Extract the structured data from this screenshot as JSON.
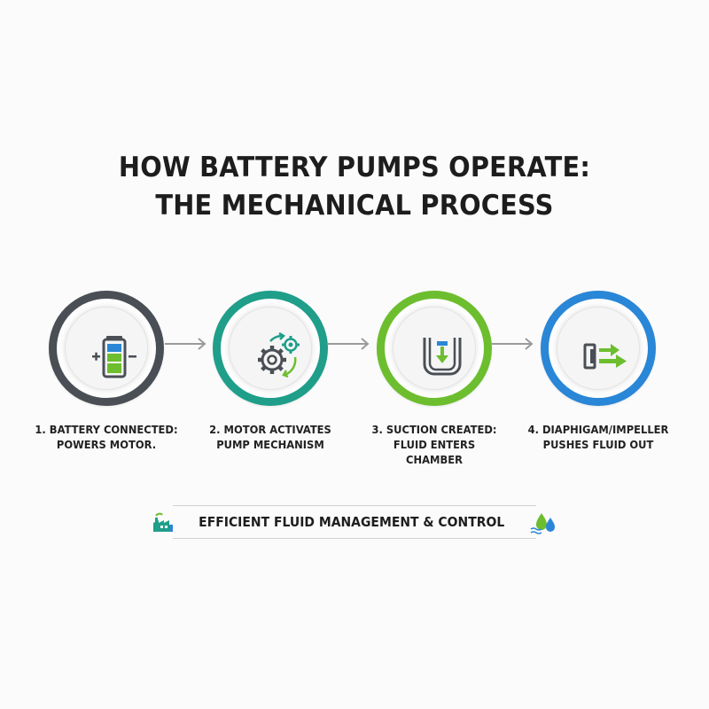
{
  "title": {
    "line1": "HOW BATTERY PUMPS OPERATE:",
    "line2": "THE MECHANICAL PROCESS"
  },
  "steps": [
    {
      "icon": "battery-icon",
      "color": "#4a4f56",
      "line1": "1. BATTERY CONNECTED:",
      "line2": "POWERS MOTOR.",
      "line3": ""
    },
    {
      "icon": "gears-icon",
      "color": "#1f9e8a",
      "line1": "2. MOTOR ACTIVATES",
      "line2": "PUMP MECHANISM",
      "line3": ""
    },
    {
      "icon": "suction-chamber-icon",
      "color": "#6cbe2e",
      "line1": "3. SUCTION CREATED:",
      "line2": "FLUID ENTERS",
      "line3": "CHAMBER"
    },
    {
      "icon": "push-out-icon",
      "color": "#2a86d6",
      "line1": "4. DIAPHIGAM/IMPELLER",
      "line2": "PUSHES FLUID OUT",
      "line3": ""
    }
  ],
  "banner": {
    "text": "EFFICIENT FLUID MANAGEMENT & CONTROL",
    "left_icon": "factory-icon",
    "right_icon": "water-drops-icon"
  }
}
